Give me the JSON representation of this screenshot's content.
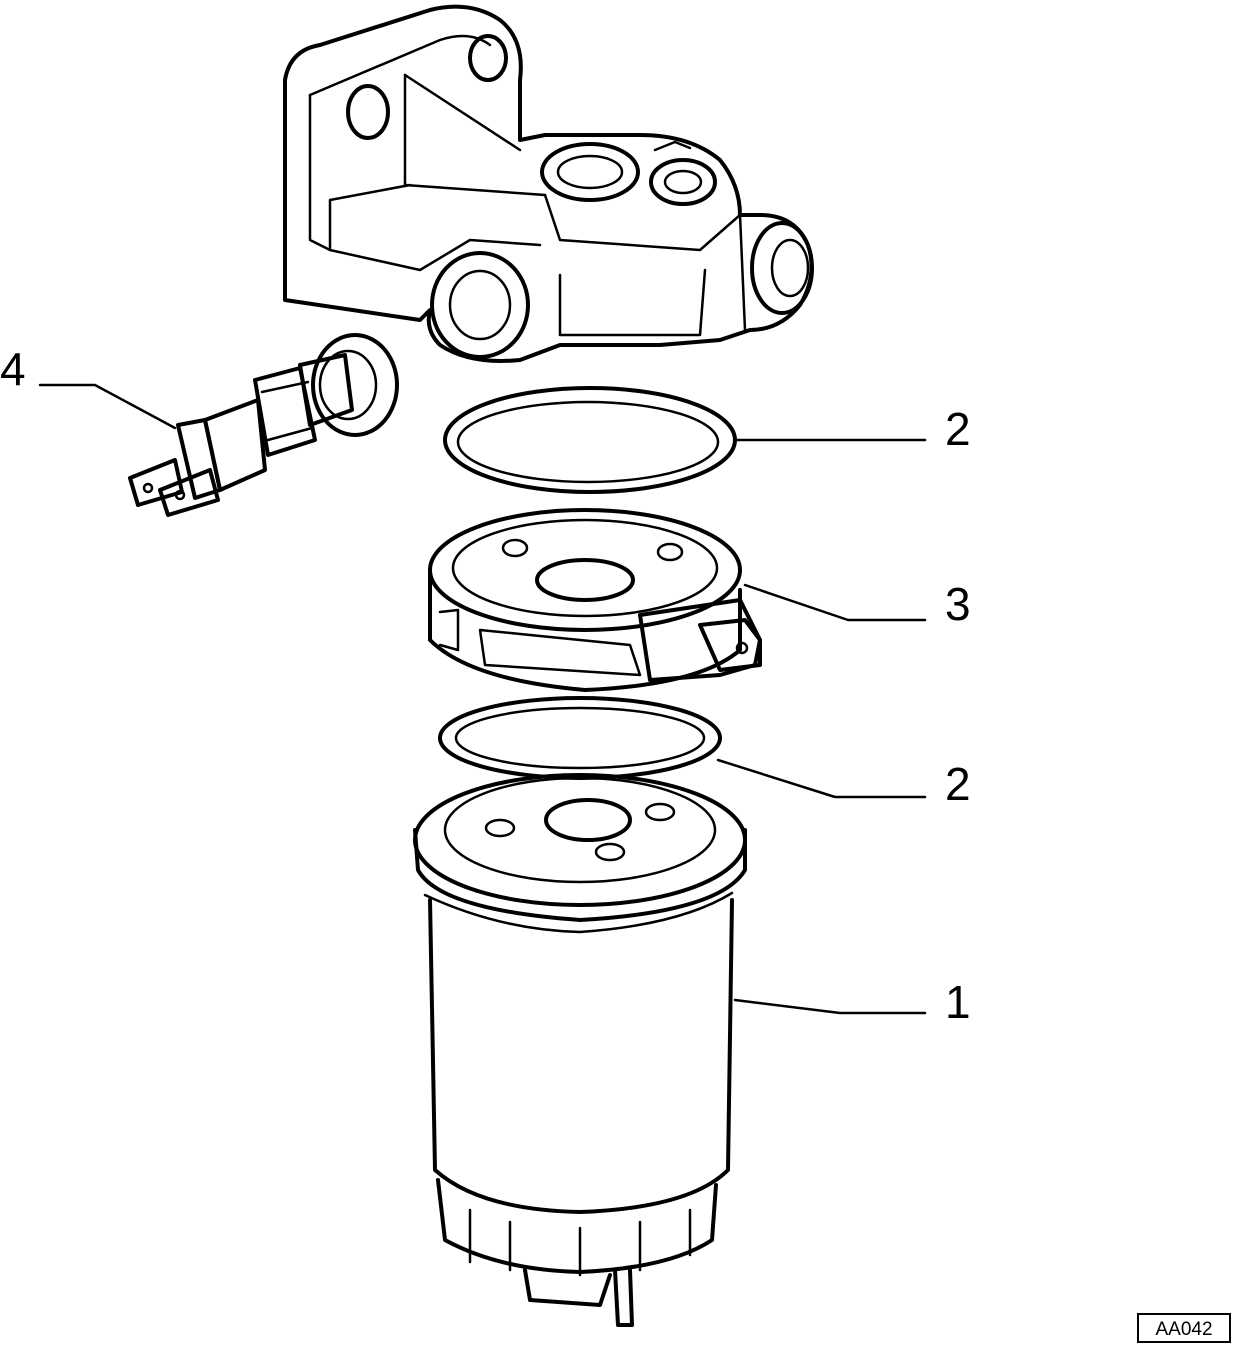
{
  "diagram": {
    "type": "exploded-parts-diagram",
    "callouts": [
      {
        "id": "filter-cartridge",
        "number": "1"
      },
      {
        "id": "upper-seal-ring",
        "number": "2"
      },
      {
        "id": "lower-seal-ring",
        "number": "2"
      },
      {
        "id": "heater-adapter",
        "number": "3"
      },
      {
        "id": "temperature-sensor",
        "number": "4"
      }
    ],
    "reference_code": "AA042"
  },
  "colors": {
    "line": "#000000",
    "background": "#ffffff"
  }
}
